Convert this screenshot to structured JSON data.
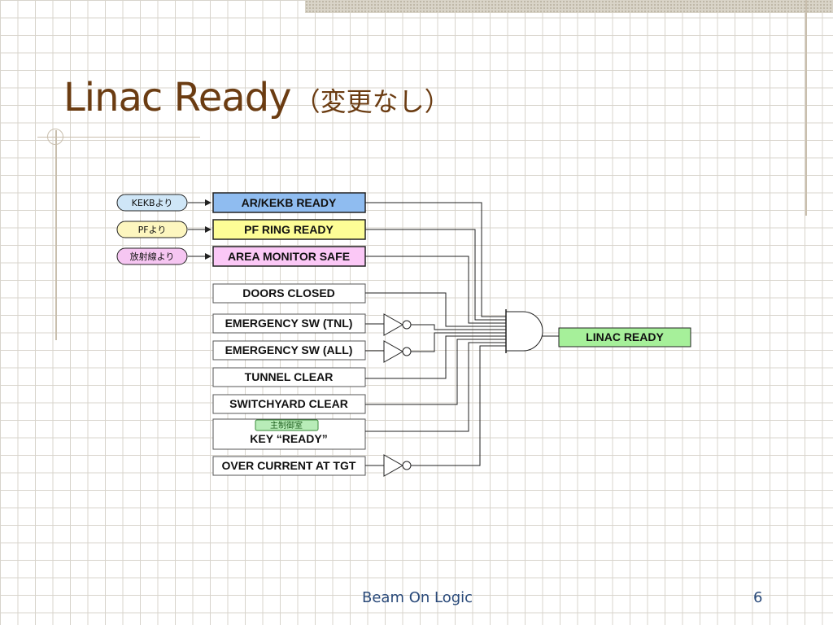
{
  "slide": {
    "title": "Linac Ready",
    "subtitle": "（変更なし）",
    "footer": "Beam On Logic",
    "page_number": "6"
  },
  "sources": [
    {
      "label": "KEKBより",
      "color": "#cfe6f7"
    },
    {
      "label": "PFより",
      "color": "#fdf6bf"
    },
    {
      "label": "放射線より",
      "color": "#f6c6f2"
    }
  ],
  "inputs": [
    {
      "label": "AR/KEKB READY",
      "color": "#8fbcf0"
    },
    {
      "label": "PF RING READY",
      "color": "#fdfd96"
    },
    {
      "label": "AREA MONITOR SAFE",
      "color": "#fbc8f6"
    },
    {
      "label": "DOORS CLOSED",
      "color": "#ffffff"
    },
    {
      "label": "EMERGENCY SW (TNL)",
      "color": "#ffffff"
    },
    {
      "label": "EMERGENCY SW (ALL)",
      "color": "#ffffff"
    },
    {
      "label": "TUNNEL CLEAR",
      "color": "#ffffff"
    },
    {
      "label": "SWITCHYARD CLEAR",
      "color": "#ffffff"
    },
    {
      "label": "KEY “READY”",
      "color": "#ffffff",
      "tag": "主制御室",
      "tag_color": "#b8ecb8"
    },
    {
      "label": "OVER CURRENT AT TGT",
      "color": "#ffffff"
    }
  ],
  "output": {
    "label": "LINAC READY",
    "color": "#a6f09a"
  },
  "colors": {
    "title": "#6b3c12",
    "footer": "#2a4a7a",
    "wire": "#222222"
  }
}
